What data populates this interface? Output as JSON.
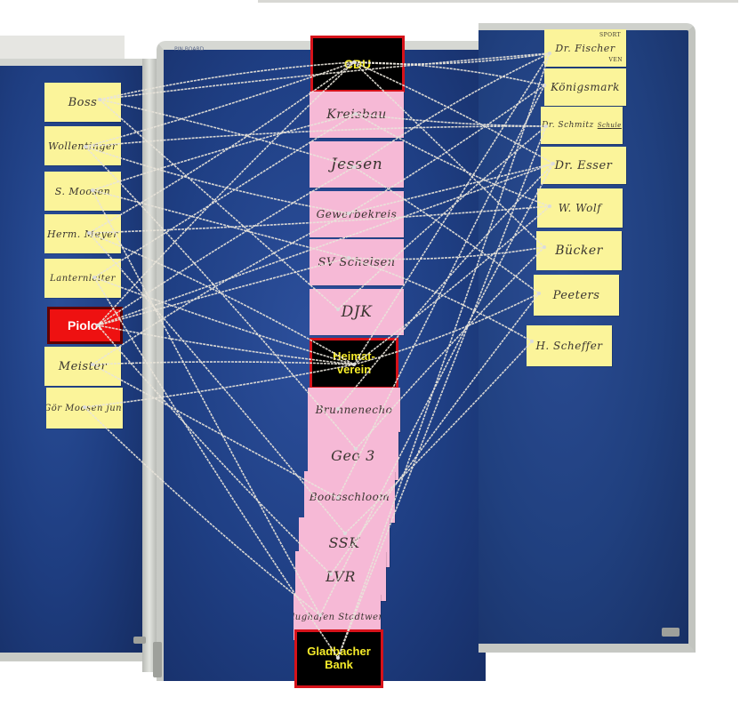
{
  "labels": {
    "cdu": "CDU",
    "piolot": "Piolot",
    "heimat_line1": "Heimat-",
    "heimat_line2": "verein",
    "bank_line1": "Gladbacher",
    "bank_line2": "Bank"
  },
  "left_cards": [
    "Boss",
    "Wollentinger",
    "S. Moosen",
    "Herm. Meyer",
    "Lanternleiter",
    "Meister",
    "Gör Moosen jun."
  ],
  "middle_cards": [
    "Kreisbau",
    "Jessen",
    "Gewerbekreis",
    "SV Schelsen",
    "DJK",
    "Brunnenecho",
    "Geo 3",
    "Bootsschloom",
    "SSK",
    "LVR",
    "Flughafen Stadtwerk"
  ],
  "right_cards": [
    "Dr. Fischer",
    "Königsmark",
    "Dr. Schmitz",
    "Dr. Esser",
    "W. Wolf",
    "Bücker",
    "Peeters",
    "H. Scheffer"
  ],
  "right_card_notes": {
    "sport": "SPORT",
    "ven": "VEN",
    "schule": "Schule"
  },
  "colors": {
    "board_blue": "#1f3f84",
    "card_yellow": "#fbf49a",
    "card_pink": "#f6b9d6",
    "tag_black": "#000000",
    "tag_text_yellow": "#f6ec2a",
    "tag_border_red": "#d6121a",
    "piolot_red": "#ee1111",
    "string": "#e8e4da"
  }
}
